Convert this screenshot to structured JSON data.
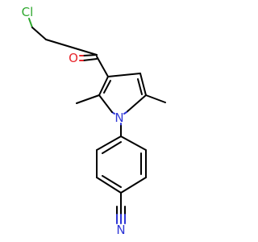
{
  "molecule": {
    "atoms": {
      "chlorine": {
        "label": "Cl",
        "color": "#2fa82f"
      },
      "oxygen": {
        "label": "O",
        "color": "#e8262c"
      },
      "ring_nitrogen": {
        "label": "N",
        "color": "#2e36d6"
      },
      "nitrile_nitrogen": {
        "label": "N",
        "color": "#2e36d6"
      }
    },
    "bond_color": "#000000"
  }
}
